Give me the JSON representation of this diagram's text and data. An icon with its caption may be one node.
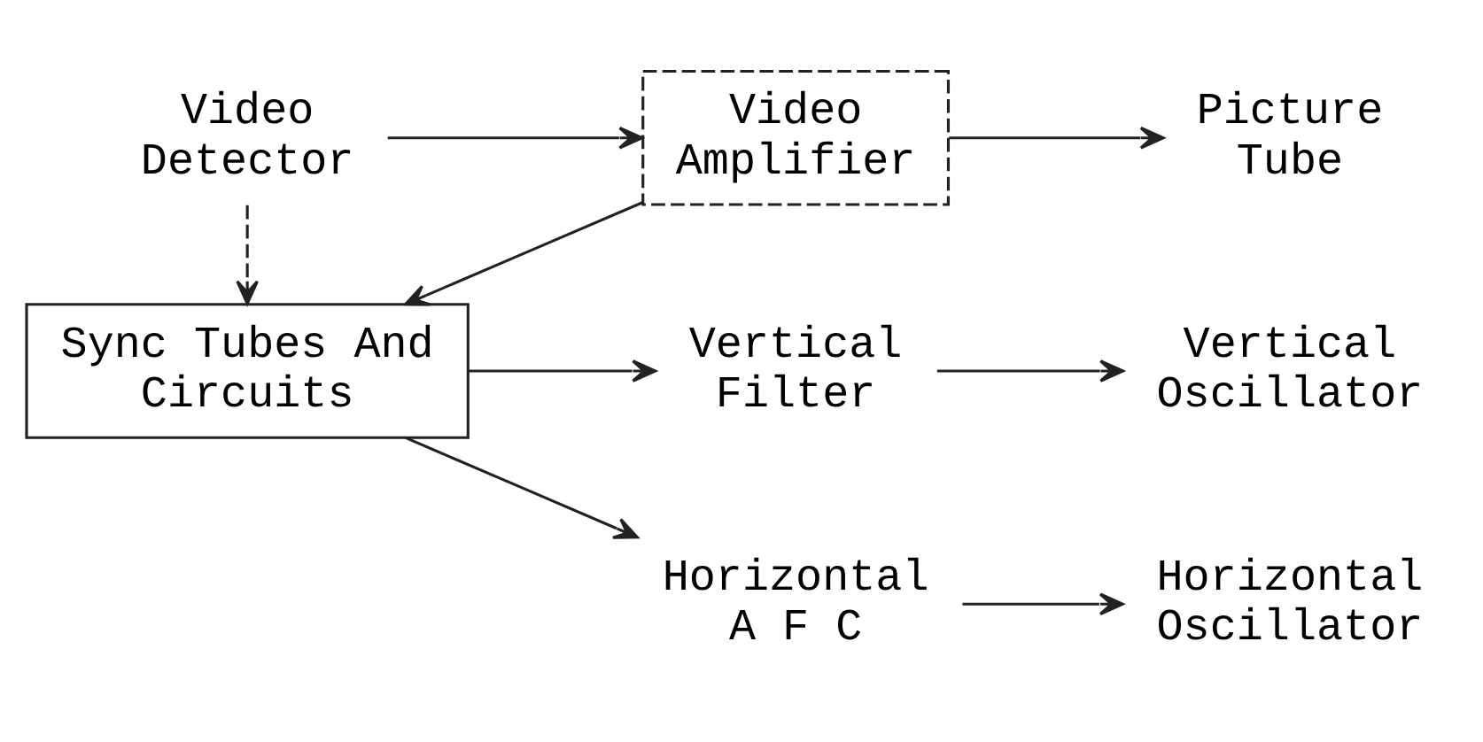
{
  "diagram": {
    "nodes": [
      {
        "text": [
          "Video Detector"
        ]
      },
      {
        "text": [
          "Video Amplifier"
        ]
      },
      {
        "text": [
          "Picture Tube"
        ]
      },
      {
        "text": [
          "Sync Tubes And Circuits"
        ]
      },
      {
        "text": [
          "Vertical Filter"
        ]
      },
      {
        "text": [
          "Vertical Oscillator"
        ]
      },
      {
        "text": [
          "Horizontal A F C"
        ]
      },
      {
        "text": [
          "Horizontal Oscillator"
        ]
      }
    ],
    "edges": [
      {
        "from": 0,
        "to": 1,
        "arrow": "to"
      },
      {
        "from": 1,
        "to": 2,
        "arrow": "to"
      },
      {
        "from": 0,
        "to": 3,
        "arrow": "to",
        "style": "dashed"
      },
      {
        "from": 1,
        "to": 3,
        "arrow": "to"
      },
      {
        "from": 3,
        "to": 4,
        "arrow": "to"
      },
      {
        "from": 3,
        "to": 6,
        "arrow": "to"
      },
      {
        "from": 4,
        "to": 5,
        "arrow": "to"
      },
      {
        "from": 6,
        "to": 7,
        "arrow": "to"
      }
    ]
  }
}
